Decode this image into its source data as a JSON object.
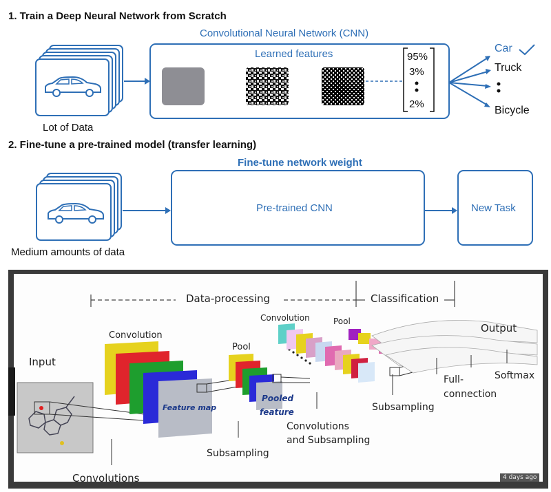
{
  "section1": {
    "heading": "1. Train a Deep Neural Network from Scratch",
    "cnn_title": "Convolutional Neural Network (CNN)",
    "features_label": "Learned features",
    "data_label": "Lot of Data",
    "probabilities": [
      "95%",
      "3%",
      "2%"
    ],
    "classes": [
      {
        "label": "Car",
        "color": "#2e6fb6",
        "checked": true
      },
      {
        "label": "Truck",
        "color": "#111111",
        "checked": false
      },
      {
        "label": "Bicycle",
        "color": "#111111",
        "checked": false
      }
    ]
  },
  "section2": {
    "heading": "2. Fine-tune a pre-trained model (transfer learning)",
    "finetune_title": "Fine-tune network weight",
    "data_label": "Medium amounts of data",
    "pretrained_label": "Pre-trained CNN",
    "task_label": "New Task"
  },
  "photo": {
    "data_processing": "Data-processing",
    "classification": "Classification",
    "input": "Input",
    "convolution_1": "Convolution",
    "feature_map": "Feature map",
    "pool_1": "Pool",
    "pooled_feature_1": "Pooled",
    "pooled_feature_2": "feature",
    "convolution_2": "Convolution",
    "pool_2": "Pool",
    "output": "Output",
    "full_connection_1": "Full-",
    "full_connection_2": "connection",
    "softmax": "Softmax",
    "subsampling_right": "Subsampling",
    "conv_and_sub_1": "Convolutions",
    "conv_and_sub_2": "and Subsampling",
    "subsampling_bottom": "Subsampling",
    "convolutions_bottom": "Convolutions",
    "timestamp": "4 days ago"
  },
  "colors": {
    "accent_blue": "#2e6fb6",
    "frame_dark": "#3a3a3a",
    "feature_red": "#e0242c",
    "feature_yellow": "#e6d21e",
    "feature_green": "#1e9e2e",
    "feature_blue": "#2a2ad8"
  }
}
